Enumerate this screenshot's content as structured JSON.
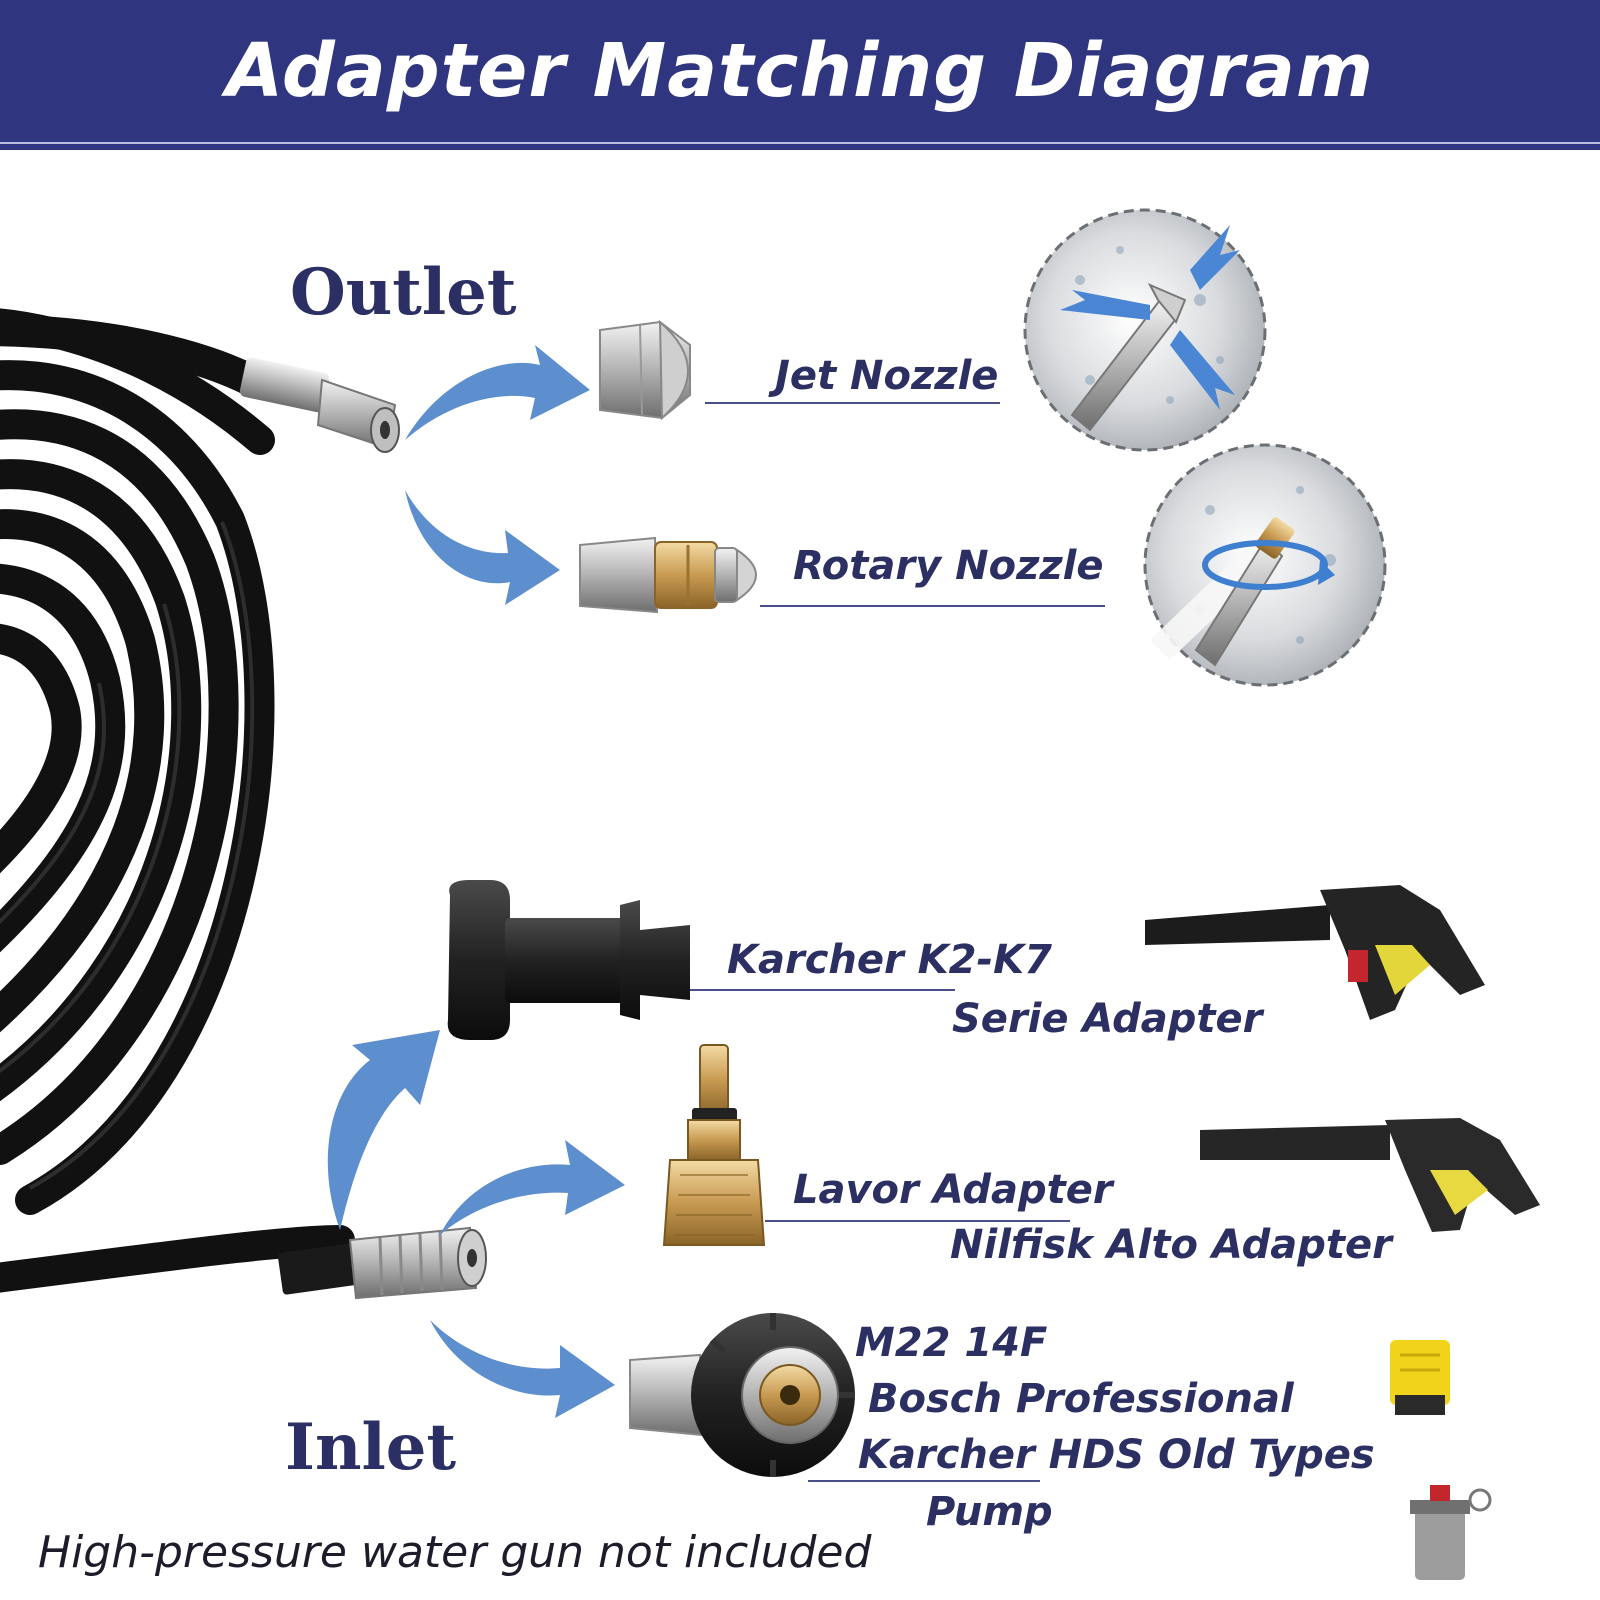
{
  "title": "Adapter Matching Diagram",
  "sections": {
    "outlet": "Outlet",
    "inlet": "Inlet"
  },
  "outlet_items": [
    {
      "label": "Jet Nozzle",
      "icon": "jet-nozzle-icon"
    },
    {
      "label": "Rotary Nozzle",
      "icon": "rotary-nozzle-icon"
    }
  ],
  "inlet_items": [
    {
      "lines": [
        "Karcher K2-K7",
        "Serie Adapter"
      ],
      "icon": "karcher-adapter-icon"
    },
    {
      "lines": [
        "Lavor Adapter",
        "Nilfisk Alto Adapter"
      ],
      "icon": "lavor-adapter-icon"
    },
    {
      "lines": [
        "M22 14F",
        "Bosch Professional",
        "Karcher HDS Old Types",
        "Pump"
      ],
      "icon": "m22-coupler-icon"
    }
  ],
  "footnote": "High-pressure water gun not included",
  "colors": {
    "banner": "#2f357f",
    "text": "#2c2f62",
    "arrow": "#5d8fce",
    "hose": "#111111"
  }
}
